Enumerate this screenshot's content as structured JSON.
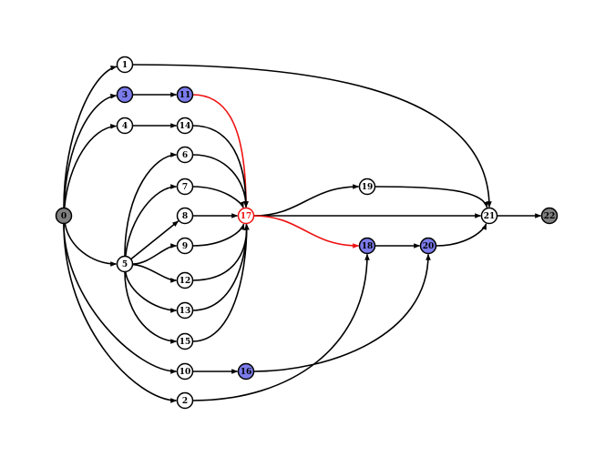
{
  "graph": {
    "colors": {
      "background": "#ffffff",
      "edge_default": "#000000",
      "edge_highlight": "#ee1111",
      "node_default_fill": "#ffffff",
      "node_source_sink_fill": "#808080",
      "node_path_fill": "#7b7bea",
      "node_highlight_stroke": "#ee1111",
      "node_stroke": "#000000"
    },
    "nodes": [
      {
        "id": "0",
        "label": "0",
        "style": "terminal"
      },
      {
        "id": "1",
        "label": "1",
        "style": "normal"
      },
      {
        "id": "2",
        "label": "2",
        "style": "normal"
      },
      {
        "id": "3",
        "label": "3",
        "style": "path"
      },
      {
        "id": "4",
        "label": "4",
        "style": "normal"
      },
      {
        "id": "5",
        "label": "5",
        "style": "normal"
      },
      {
        "id": "6",
        "label": "6",
        "style": "normal"
      },
      {
        "id": "7",
        "label": "7",
        "style": "normal"
      },
      {
        "id": "8",
        "label": "8",
        "style": "normal"
      },
      {
        "id": "9",
        "label": "9",
        "style": "normal"
      },
      {
        "id": "10",
        "label": "10",
        "style": "normal"
      },
      {
        "id": "11",
        "label": "11",
        "style": "path"
      },
      {
        "id": "12",
        "label": "12",
        "style": "normal"
      },
      {
        "id": "13",
        "label": "13",
        "style": "normal"
      },
      {
        "id": "14",
        "label": "14",
        "style": "normal"
      },
      {
        "id": "15",
        "label": "15",
        "style": "normal"
      },
      {
        "id": "16",
        "label": "16",
        "style": "path"
      },
      {
        "id": "17",
        "label": "17",
        "style": "highlight"
      },
      {
        "id": "18",
        "label": "18",
        "style": "path"
      },
      {
        "id": "19",
        "label": "19",
        "style": "normal"
      },
      {
        "id": "20",
        "label": "20",
        "style": "path"
      },
      {
        "id": "21",
        "label": "21",
        "style": "normal"
      },
      {
        "id": "22",
        "label": "22",
        "style": "terminal"
      }
    ],
    "edges": [
      {
        "from": "0",
        "to": "1",
        "highlight": false
      },
      {
        "from": "0",
        "to": "3",
        "highlight": false
      },
      {
        "from": "0",
        "to": "4",
        "highlight": false
      },
      {
        "from": "0",
        "to": "5",
        "highlight": false
      },
      {
        "from": "0",
        "to": "10",
        "highlight": false
      },
      {
        "from": "0",
        "to": "2",
        "highlight": false
      },
      {
        "from": "1",
        "to": "21",
        "highlight": false
      },
      {
        "from": "3",
        "to": "11",
        "highlight": false
      },
      {
        "from": "4",
        "to": "14",
        "highlight": false
      },
      {
        "from": "11",
        "to": "17",
        "highlight": true
      },
      {
        "from": "14",
        "to": "17",
        "highlight": false
      },
      {
        "from": "5",
        "to": "6",
        "highlight": false
      },
      {
        "from": "5",
        "to": "7",
        "highlight": false
      },
      {
        "from": "5",
        "to": "8",
        "highlight": false
      },
      {
        "from": "5",
        "to": "9",
        "highlight": false
      },
      {
        "from": "5",
        "to": "12",
        "highlight": false
      },
      {
        "from": "5",
        "to": "13",
        "highlight": false
      },
      {
        "from": "5",
        "to": "15",
        "highlight": false
      },
      {
        "from": "6",
        "to": "17",
        "highlight": false
      },
      {
        "from": "7",
        "to": "17",
        "highlight": false
      },
      {
        "from": "8",
        "to": "17",
        "highlight": false
      },
      {
        "from": "9",
        "to": "17",
        "highlight": false
      },
      {
        "from": "12",
        "to": "17",
        "highlight": false
      },
      {
        "from": "13",
        "to": "17",
        "highlight": false
      },
      {
        "from": "15",
        "to": "17",
        "highlight": false
      },
      {
        "from": "10",
        "to": "16",
        "highlight": false
      },
      {
        "from": "16",
        "to": "20",
        "highlight": false
      },
      {
        "from": "2",
        "to": "18",
        "highlight": false
      },
      {
        "from": "17",
        "to": "19",
        "highlight": false
      },
      {
        "from": "17",
        "to": "21",
        "highlight": false
      },
      {
        "from": "17",
        "to": "18",
        "highlight": true
      },
      {
        "from": "18",
        "to": "20",
        "highlight": false
      },
      {
        "from": "19",
        "to": "21",
        "highlight": false
      },
      {
        "from": "20",
        "to": "21",
        "highlight": false
      },
      {
        "from": "21",
        "to": "22",
        "highlight": false
      }
    ]
  }
}
